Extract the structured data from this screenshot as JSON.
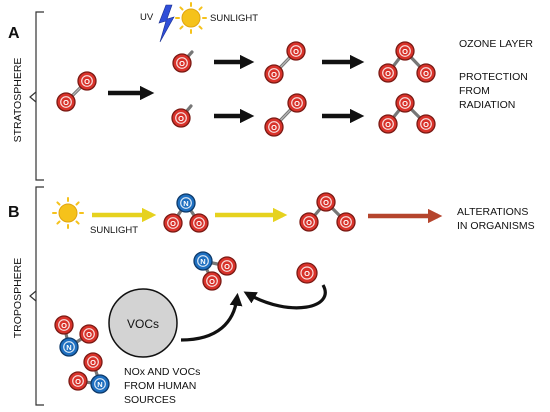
{
  "panels": {
    "a_label": "A",
    "b_label": "B",
    "stratosphere": "STRATOSPHERE",
    "troposphere": "TROPOSPHERE"
  },
  "stratosphere": {
    "uv": "UV",
    "sunlight": "SUNLIGHT",
    "ozone_layer": "OZONE LAYER",
    "protection": [
      "PROTECTION",
      "FROM",
      "RADIATION"
    ]
  },
  "troposphere": {
    "sunlight": "SUNLIGHT",
    "alterations": [
      "ALTERATIONS",
      "IN ORGANISMS"
    ],
    "vocs": "VOCs",
    "sources": [
      "NOx AND VOCs",
      "FROM HUMAN",
      "SOURCES"
    ]
  },
  "atoms": {
    "oxygen": "O",
    "nitrogen": "N"
  },
  "icons": [
    "lightning-bolt-icon",
    "sun-icon",
    "arrow-icon",
    "curved-arrow-icon"
  ],
  "colors": {
    "oxygen": "#d8322a",
    "nitrogen": "#1e6fc0",
    "arrow_black": "#111111",
    "arrow_yellow": "#e6d21e",
    "arrow_red": "#b5452d",
    "sun": "#f5c21b",
    "bolt": "#2f4ed8",
    "vocs_circle": "#d3d3d3"
  }
}
